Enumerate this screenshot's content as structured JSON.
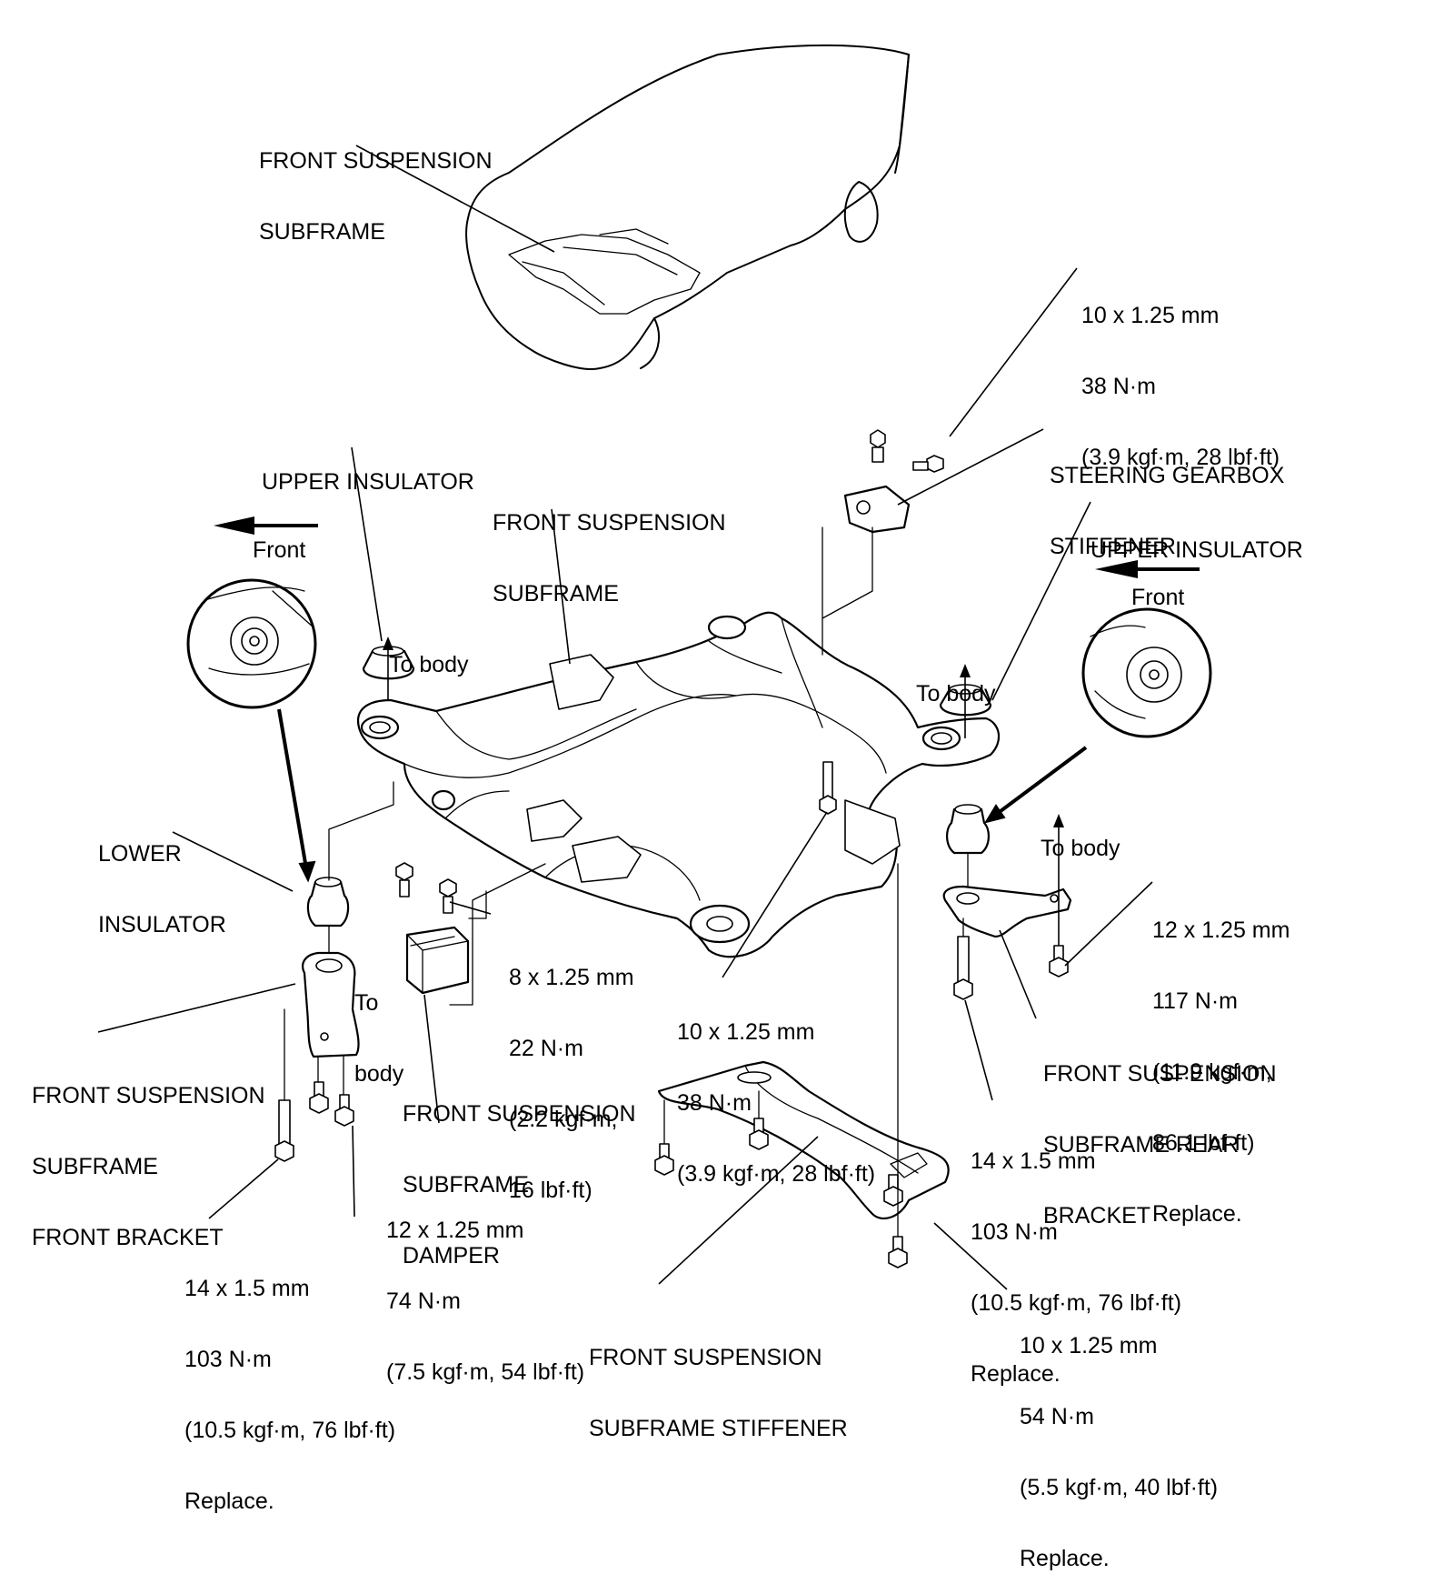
{
  "labels": {
    "subframe_top": [
      "FRONT SUSPENSION",
      "SUBFRAME"
    ],
    "subframe_main": [
      "FRONT SUSPENSION",
      "SUBFRAME"
    ],
    "upper_insulator_left": "UPPER INSULATOR",
    "upper_insulator_right": "UPPER INSULATOR",
    "steering_stiffener": [
      "STEERING GEARBOX",
      "STIFFENER"
    ],
    "front_left": "Front",
    "front_right": "Front",
    "to_body_1": "To body",
    "to_body_2": "To body",
    "to_body_3": "To body",
    "to_body_4": [
      "To",
      "body"
    ],
    "lower_insulator": [
      "LOWER",
      "INSULATOR"
    ],
    "front_bracket": [
      "FRONT SUSPENSION",
      "SUBFRAME",
      "FRONT BRACKET"
    ],
    "damper": [
      "FRONT SUSPENSION",
      "SUBFRAME",
      "DAMPER"
    ],
    "rear_bracket": [
      "FRONT SUSPENSION",
      "SUBFRAME REAR",
      "BRACKET"
    ],
    "stiffener": [
      "FRONT SUSPENSION",
      "SUBFRAME STIFFENER"
    ]
  },
  "torque": {
    "steering_bolt": [
      "10 x 1.25 mm",
      "38 N·m",
      "(3.9 kgf·m, 28 lbf·ft)"
    ],
    "damper_bolt": [
      "8 x 1.25 mm",
      "22 N·m",
      "(2.2 kgf·m,",
      "16 lbf·ft)"
    ],
    "center_bolt": [
      "10 x 1.25 mm",
      "38 N·m",
      "(3.9 kgf·m, 28 lbf·ft)"
    ],
    "rear_bracket_bolt": [
      "12 x 1.25 mm",
      "117 N·m",
      "(11.9 kgf·m,",
      "86.1 lbf·ft)",
      "Replace."
    ],
    "rear_long_bolt": [
      "14 x 1.5 mm",
      "103 N·m",
      "(10.5 kgf·m, 76 lbf·ft)",
      "Replace."
    ],
    "front_bracket_bolt": [
      "12 x 1.25 mm",
      "74 N·m",
      "(7.5 kgf·m, 54 lbf·ft)"
    ],
    "front_long_bolt": [
      "14 x 1.5 mm",
      "103 N·m",
      "(10.5 kgf·m, 76 lbf·ft)",
      "Replace."
    ],
    "stiffener_bolt": [
      "10 x 1.25 mm",
      "54 N·m",
      "(5.5 kgf·m, 40 lbf·ft)",
      "Replace."
    ]
  }
}
